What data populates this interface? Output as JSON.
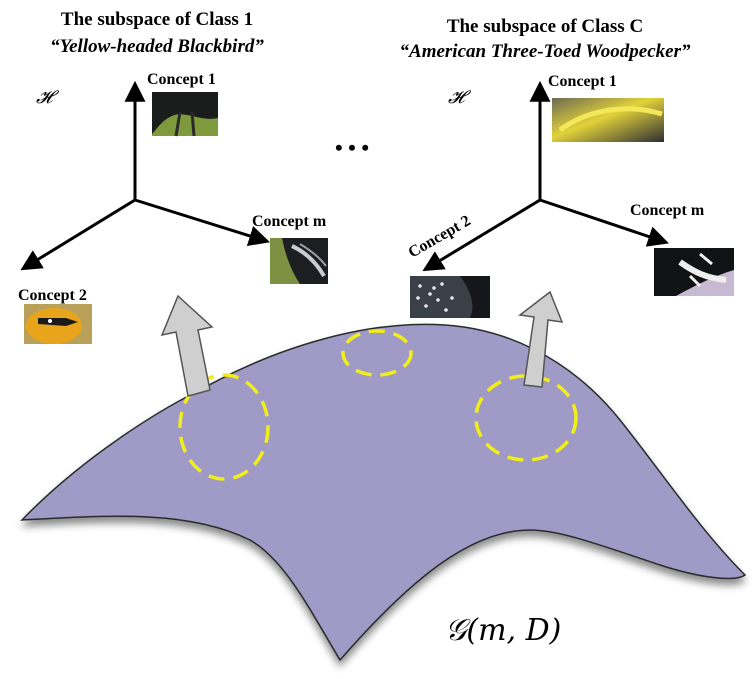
{
  "left_class": {
    "title": "The subspace of Class 1",
    "subtitle": "“Yellow-headed Blackbird”",
    "space_symbol": "𝓗",
    "concept_up": "Concept 1",
    "concept_right": "Concept m",
    "concept_left": "Concept 2"
  },
  "right_class": {
    "title": "The subspace of Class C",
    "subtitle": "“American Three-Toed Woodpecker”",
    "space_symbol": "𝓗",
    "concept_up": "Concept 1",
    "concept_right": "Concept m",
    "concept_left": "Concept 2"
  },
  "ellipsis": "• • •",
  "manifold_label": "𝒢(m, D)",
  "colors": {
    "manifold_fill": "#9f9ac6",
    "region_outline": "#f2ee1a",
    "arrow_fill": "#cfcfcf"
  }
}
